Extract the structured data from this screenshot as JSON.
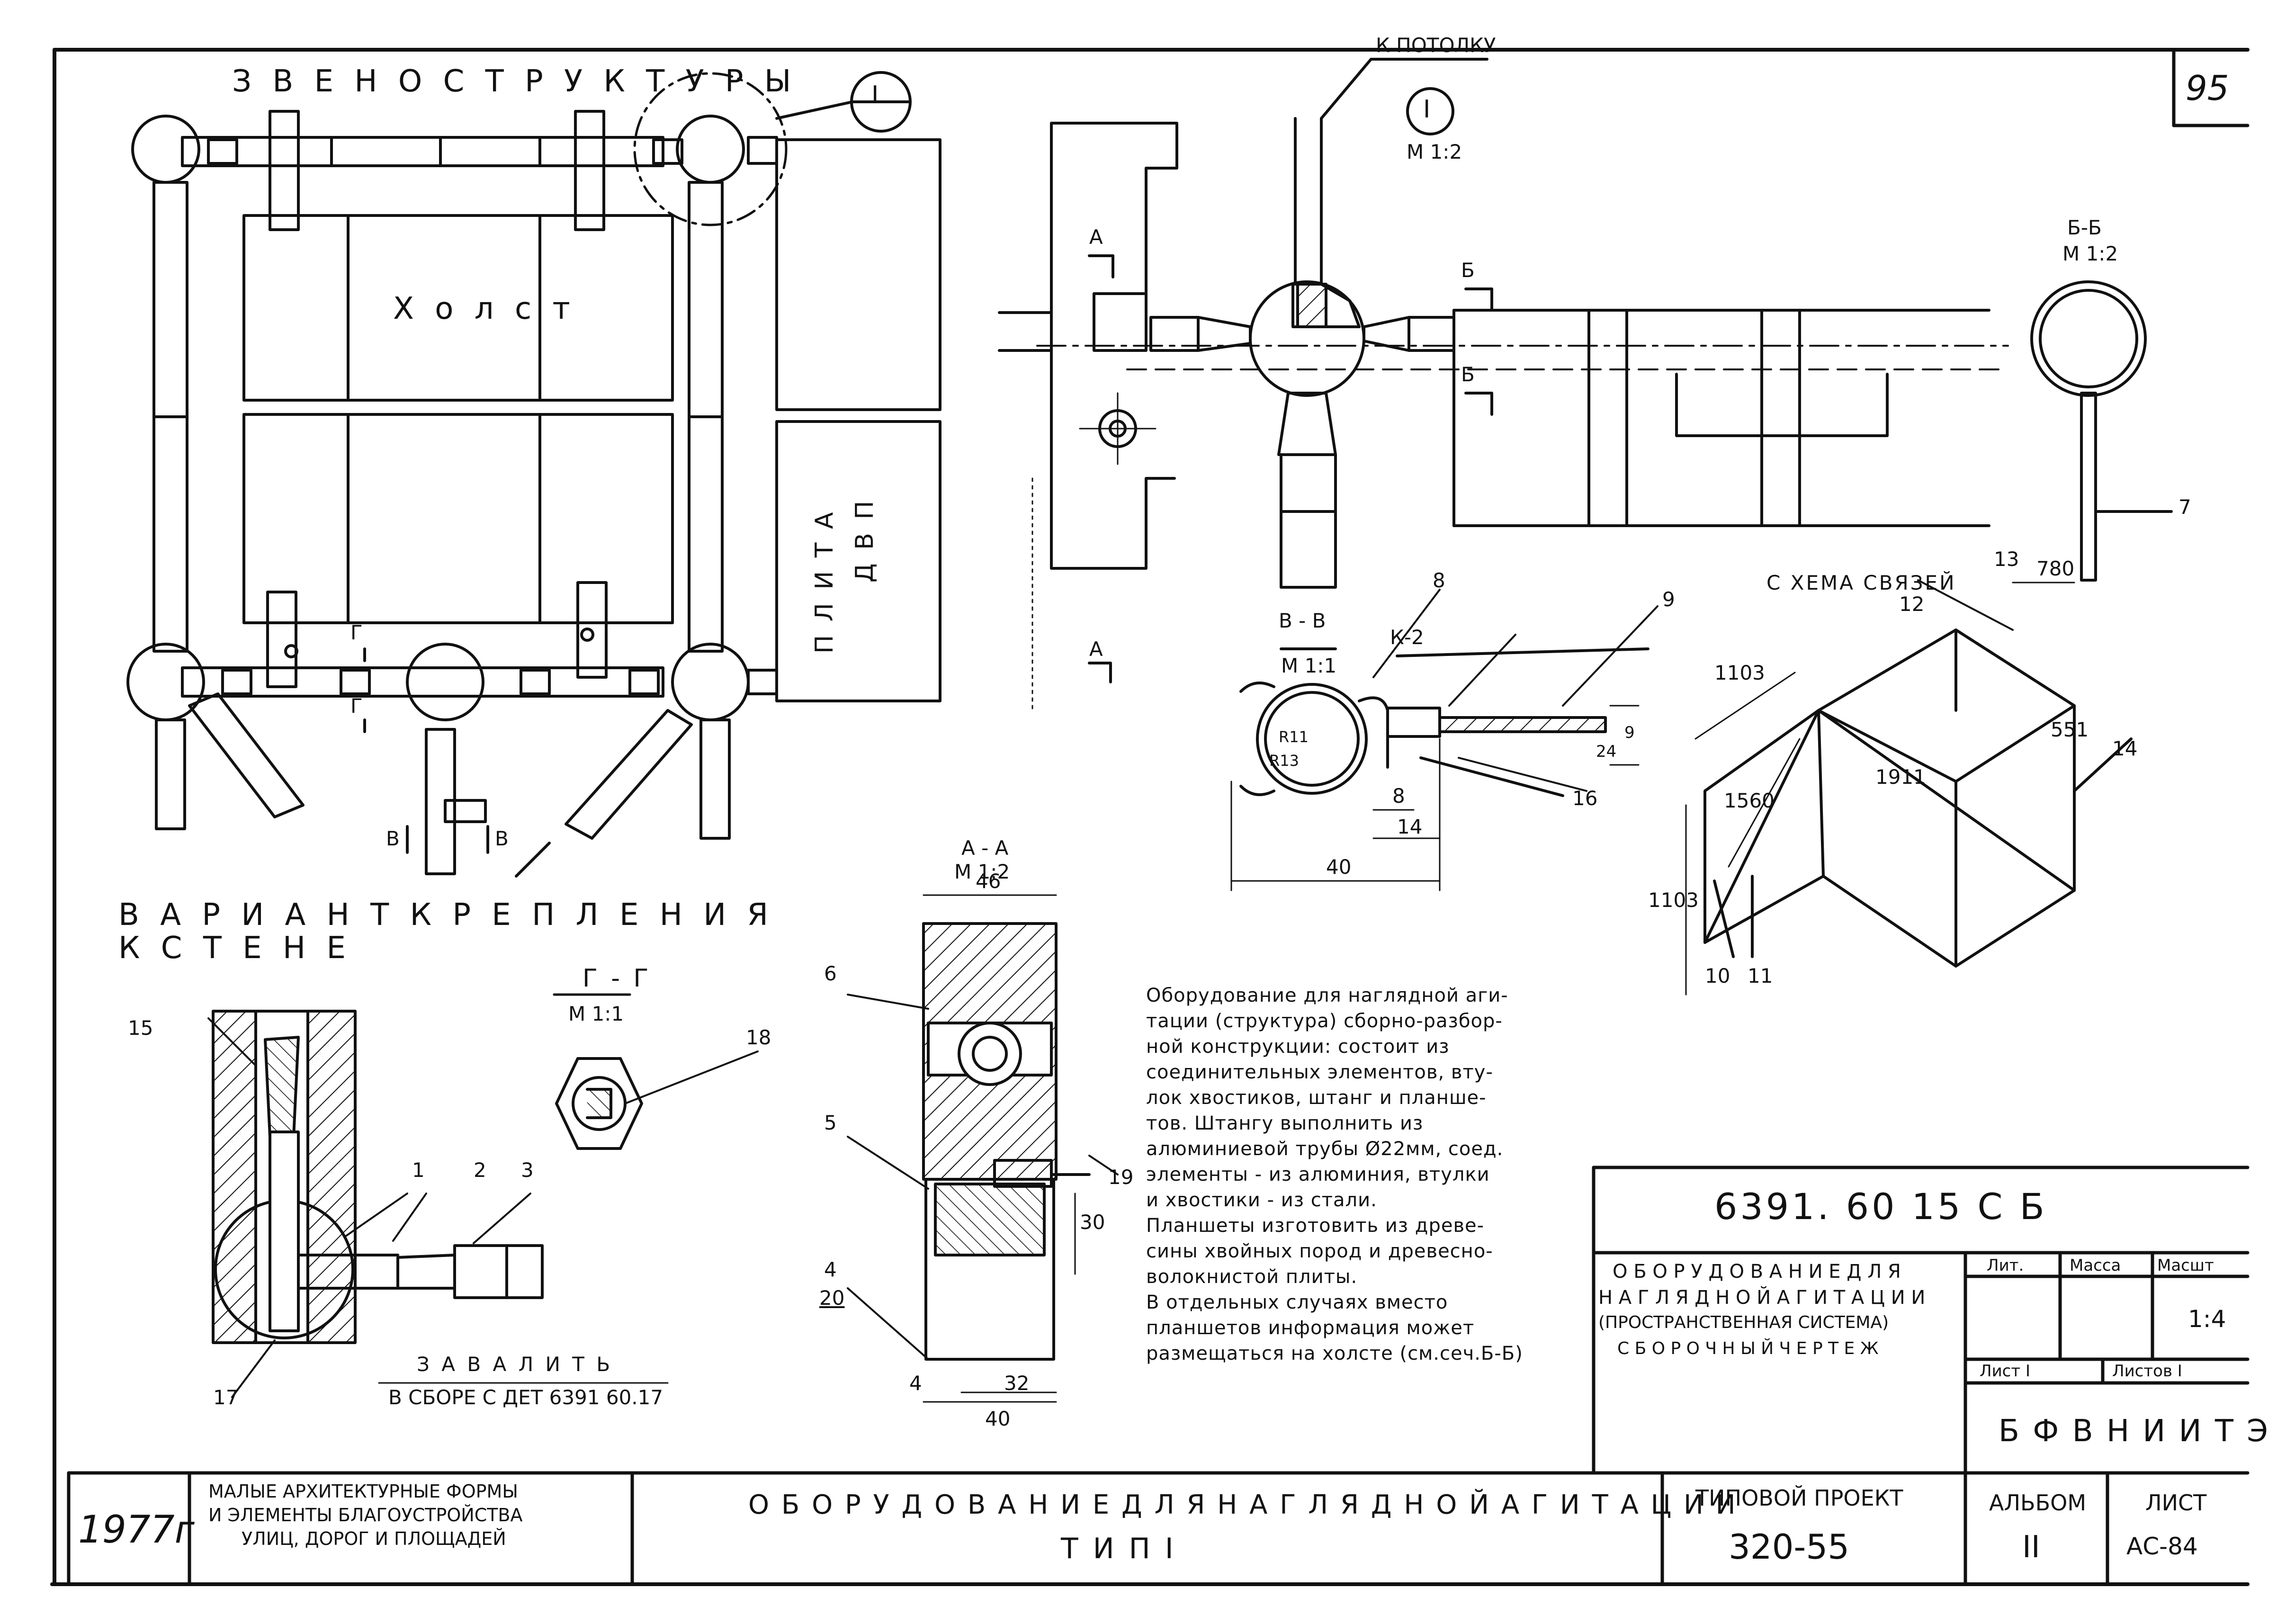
{
  "sheet_number": "95",
  "views": {
    "link_title": "З В Е Н О   С Т Р У К Т У Р Ы",
    "canvas_label": "Х о л с т",
    "dvp_label_1": "П Л И Т А",
    "dvp_label_2": "Д В П",
    "detail_callout": "I",
    "to_ceiling": "К ПОТОЛКУ",
    "detail_scale": "М 1:2",
    "detail_mark": "I",
    "section_bb": "Б-Б",
    "section_bb_scale": "М 1:2",
    "section_vv": "В - В",
    "section_vv_scale": "М 1:1",
    "section_aa": "А - А",
    "section_aa_scale": "М 1:2",
    "section_gg": "Г - Г",
    "section_gg_scale": "М 1:1",
    "scheme_title": "С ХЕМА СВЯЗЕЙ",
    "wall_variant_1": "В А Р И А Н Т   К Р Е П Л Е Н И Я",
    "wall_variant_2": "К   С Т Е Н Е",
    "weld_note": "З А В А Л И Т Ь",
    "assembly_note": "В СБОРЕ С ДЕТ 6391 60.17",
    "cut_a": "А",
    "cut_b": "Б",
    "cut_v": "В",
    "cut_g": "Г",
    "k2": "К-2"
  },
  "dimensions": {
    "d46": "46",
    "d40a": "40",
    "d32": "32",
    "d4": "4",
    "d30": "30",
    "d4_20_top": "4",
    "d4_20_bot": "20",
    "d40": "40",
    "d8": "8",
    "d14": "14",
    "d24": "24",
    "d9": "9",
    "r11": "R11",
    "r13": "R13",
    "s780": "780",
    "s1103a": "1103",
    "s1103b": "1103",
    "s1560": "1560",
    "s1911": "1911",
    "s551": "551"
  },
  "positions": [
    "1",
    "2",
    "3",
    "4",
    "5",
    "6",
    "7",
    "8",
    "9",
    "10",
    "11",
    "12",
    "13",
    "14",
    "15",
    "16",
    "17",
    "18",
    "19"
  ],
  "notes": [
    "Оборудование для наглядной аги-",
    "тации (структура) сборно-разбор-",
    "ной конструкции: состоит из",
    "соединительных элементов, вту-",
    "лок хвостиков, штанг и планше-",
    "тов. Штангу выполнить из",
    "алюминиевой трубы Ø22мм, соед.",
    "элементы - из алюминия, втулки",
    "и хвостики - из стали.",
    "Планшеты изготовить из древе-",
    "сины хвойных пород и древесно-",
    "волокнистой плиты.",
    "В отдельных случаях вместо",
    "планшетов информация может",
    "размещаться на холсте (см.сеч.Б-Б)"
  ],
  "stamp": {
    "code": "6391. 60  15 С Б",
    "title_1": "О Б О Р У Д О В А Н И Е   Д Л Я",
    "title_2": "Н А Г Л Я Д Н О Й   А Г И Т А Ц И И",
    "title_3": "(ПРОСТРАНСТВЕННАЯ СИСТЕМА)",
    "title_4": "С Б О Р О Ч Н Ы Й   Ч Е Р Т Е Ж",
    "lit_label": "Лит.",
    "mass_label": "Масса",
    "scale_label": "Масшт",
    "scale_value": "1:4",
    "sheet_label": "Лист I",
    "sheets_label": "Листов I",
    "org": "Б Ф   В Н И И Т Э"
  },
  "footer": {
    "year": "1977г",
    "series_1": "МАЛЫЕ АРХИТЕКТУРНЫЕ ФОРМЫ",
    "series_2": "И ЭЛЕМЕНТЫ БЛАГОУСТРОЙСТВА",
    "series_3": "УЛИЦ, ДОРОГ И ПЛОЩАДЕЙ",
    "main_title": "О Б О Р У Д О В А Н И Е   Д Л Я   Н А Г Л Я Д Н О Й   А Г И Т А Ц И И",
    "type": "Т И П   I",
    "project_label": "ТИПОВОЙ ПРОЕКТ",
    "project_number": "320-55",
    "album_label": "АЛЬБОМ",
    "album_number": "II",
    "sheet_label": "ЛИСТ",
    "sheet_code": "АС-84"
  }
}
